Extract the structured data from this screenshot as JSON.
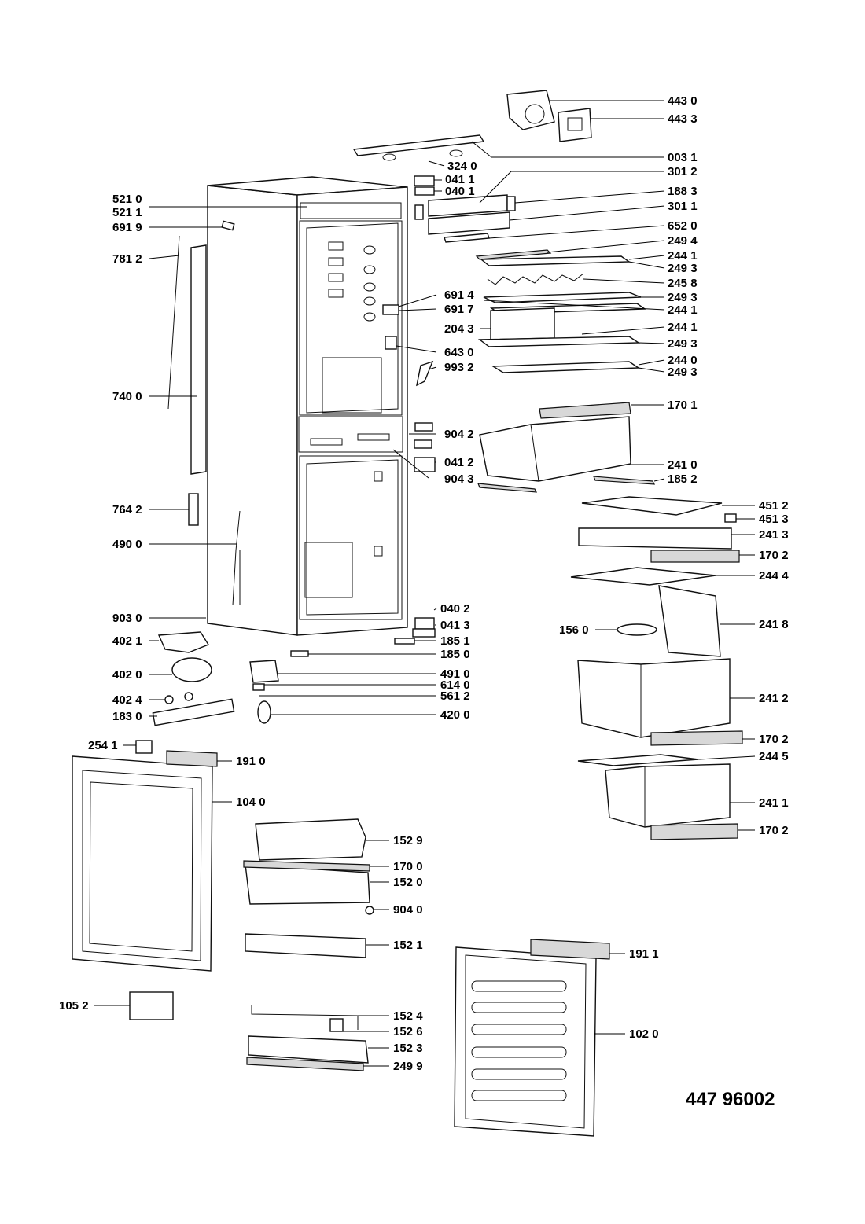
{
  "document": {
    "reference_number": "447 96002"
  },
  "labels": {
    "l4430": "443 0",
    "l4433": "443 3",
    "l0031": "003 1",
    "l3240": "324 0",
    "l0411": "041 1",
    "l0401": "040 1",
    "l3012": "301 2",
    "l1883": "188 3",
    "l3011": "301 1",
    "l6520": "652 0",
    "l2494": "249 4",
    "l2441a": "244 1",
    "l2493a": "249 3",
    "l2458": "245 8",
    "l2493b": "249 3",
    "l2441b": "244 1",
    "l2441c": "244 1",
    "l2493c": "249 3",
    "l2440": "244 0",
    "l2493d": "249 3",
    "l5210": "521 0",
    "l5211": "521 1",
    "l6919": "691 9",
    "l7812": "781 2",
    "l6914": "691 4",
    "l6917": "691 7",
    "l2043": "204 3",
    "l6430": "643 0",
    "l9932": "993 2",
    "l7400": "740 0",
    "l1701": "170 1",
    "l9042": "904 2",
    "l0412": "041 2",
    "l2410": "241 0",
    "l9043": "904 3",
    "l1852": "185 2",
    "l4512": "451 2",
    "l4513": "451 3",
    "l7642": "764 2",
    "l2413": "241 3",
    "l4900": "490 0",
    "l1702a": "170 2",
    "l2444": "244 4",
    "l0402": "040 2",
    "l0413": "041 3",
    "l9030": "903 0",
    "l2418": "241 8",
    "l1560": "156 0",
    "l4021": "402 1",
    "l1851": "185 1",
    "l1850": "185 0",
    "l4910": "491 0",
    "l4020": "402 0",
    "l6140": "614 0",
    "l5612": "561 2",
    "l4024": "402 4",
    "l2412": "241 2",
    "l1830": "183 0",
    "l4200": "420 0",
    "l1702b": "170 2",
    "l2541": "254 1",
    "l1910": "191 0",
    "l2445": "244 5",
    "l1040": "104 0",
    "l2411": "241 1",
    "l1702c": "170 2",
    "l1529": "152 9",
    "l1700": "170 0",
    "l1520": "152 0",
    "l9040": "904 0",
    "l1521": "152 1",
    "l1911": "191 1",
    "l1052": "105 2",
    "l1524": "152 4",
    "l1526": "152 6",
    "l1020": "102 0",
    "l1523": "152 3",
    "l2499": "249 9"
  }
}
